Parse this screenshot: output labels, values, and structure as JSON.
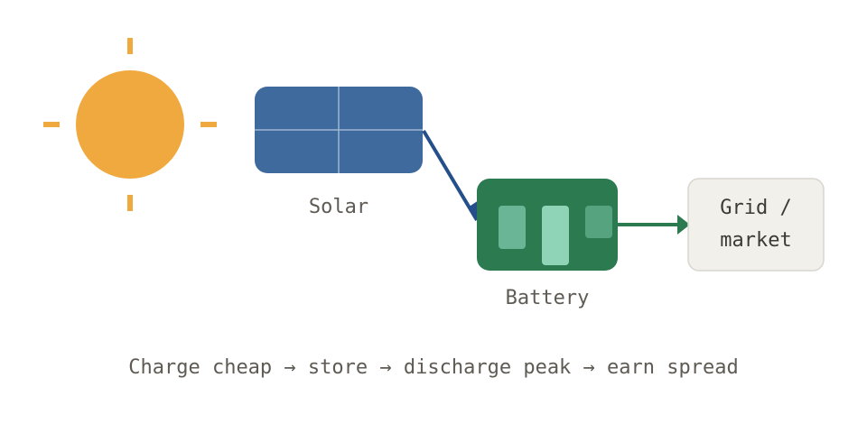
{
  "nodes": {
    "solar": {
      "label": "Solar"
    },
    "battery": {
      "label": "Battery"
    },
    "grid": {
      "line1": "Grid /",
      "line2": "market"
    }
  },
  "caption": "Charge cheap → store → discharge peak → earn spread",
  "colors": {
    "sun": "#f0a93f",
    "solar_panel": "#3e6a9e",
    "solar_link": "#244f8b",
    "battery": "#2b7a50",
    "battery_cell_light": "#8fd4b6",
    "battery_cell_mid": "#6ab596",
    "battery_cell_dark": "#56a37f",
    "grid_fill": "#f1f0ea",
    "grid_border": "#d8d6cf",
    "text": "#5f5b54"
  },
  "icons": [
    "sun-icon",
    "solar-panel-icon",
    "battery-icon",
    "arrow-right-icon"
  ]
}
